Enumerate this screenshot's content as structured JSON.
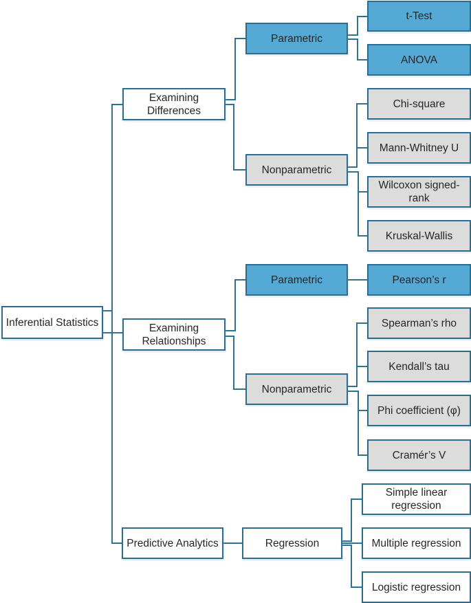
{
  "diagram": {
    "nodes": {
      "root": {
        "label": "Inferential Statistics"
      },
      "examining_differences": {
        "label": "Examining\nDifferences"
      },
      "examining_relationships": {
        "label": "Examining\nRelationships"
      },
      "predictive_analytics": {
        "label": "Predictive Analytics"
      },
      "parametric_differences": {
        "label": "Parametric"
      },
      "nonparametric_differences": {
        "label": "Nonparametric"
      },
      "parametric_relationships": {
        "label": "Parametric"
      },
      "nonparametric_relationships": {
        "label": "Nonparametric"
      },
      "regression": {
        "label": "Regression"
      },
      "t_test": {
        "label": "t-Test"
      },
      "anova": {
        "label": "ANOVA"
      },
      "chi_square": {
        "label": "Chi-square"
      },
      "mann_whitney_u": {
        "label": "Mann-Whitney U"
      },
      "wilcoxon_signed_rank": {
        "label": "Wilcoxon signed-\nrank"
      },
      "kruskal_wallis": {
        "label": "Kruskal-Wallis"
      },
      "pearsons_r": {
        "label": "Pearson’s r"
      },
      "spearmans_rho": {
        "label": "Spearman’s rho"
      },
      "kendalls_tau": {
        "label": "Kendall’s tau"
      },
      "phi_coefficient": {
        "label": "Phi coefficient (φ)"
      },
      "cramers_v": {
        "label": "Cramér’s V"
      },
      "simple_linear_regression": {
        "label": "Simple linear\nregression"
      },
      "multiple_regression": {
        "label": "Multiple regression"
      },
      "logistic_regression": {
        "label": "Logistic regression"
      }
    },
    "colors": {
      "parametric_fill": "#55A9D5",
      "nonparametric_fill": "#DCDCDC",
      "plain_fill": "#FFFFFF",
      "border": "#2C6C90",
      "connector": "#31708F",
      "text": "#262626"
    }
  }
}
